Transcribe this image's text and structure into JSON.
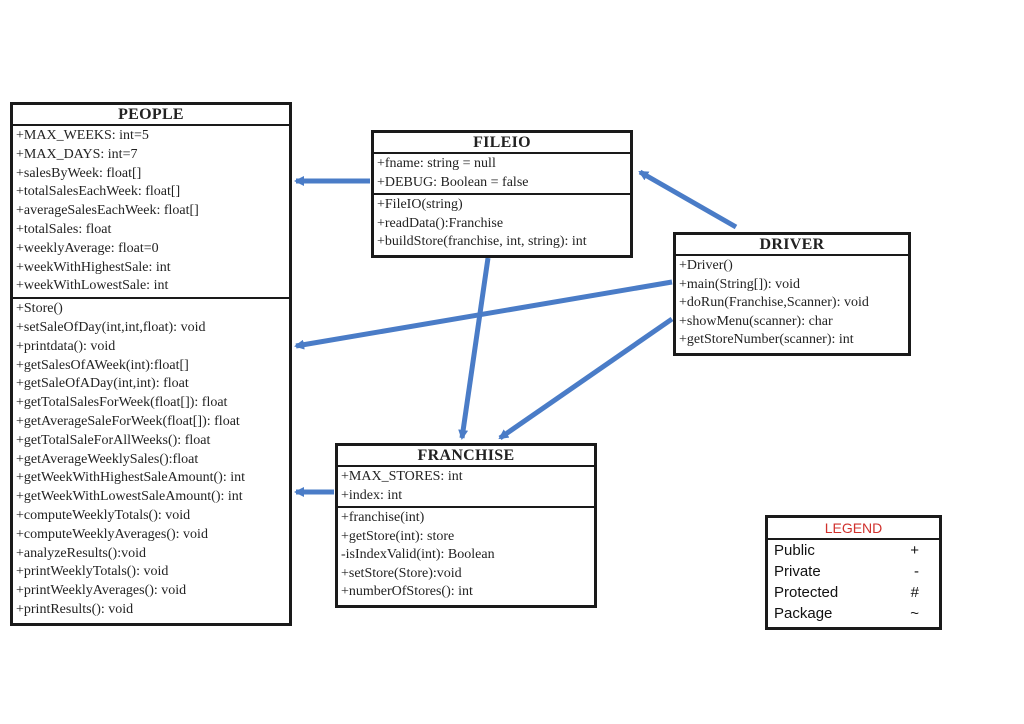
{
  "classes": {
    "people": {
      "name": "PEOPLE",
      "attributes": [
        "+MAX_WEEKS: int=5",
        "+MAX_DAYS: int=7",
        "+salesByWeek: float[]",
        "+totalSalesEachWeek: float[]",
        "+averageSalesEachWeek: float[]",
        "+totalSales: float",
        "+weeklyAverage: float=0",
        "+weekWithHighestSale: int",
        "+weekWithLowestSale: int"
      ],
      "methods": [
        "+Store()",
        "+setSaleOfDay(int,int,float): void",
        "+printdata(): void",
        "+getSalesOfAWeek(int):float[]",
        "+getSaleOfADay(int,int): float",
        "+getTotalSalesForWeek(float[]): float",
        "+getAverageSaleForWeek(float[]): float",
        "+getTotalSaleForAllWeeks(): float",
        "+getAverageWeeklySales():float",
        "+getWeekWithHighestSaleAmount(): int",
        "+getWeekWithLowestSaleAmount(): int",
        "+computeWeeklyTotals(): void",
        "+computeWeeklyAverages(): void",
        "+analyzeResults():void",
        "+printWeeklyTotals(): void",
        "+printWeeklyAverages(): void",
        "+printResults(): void"
      ]
    },
    "fileio": {
      "name": "FILEIO",
      "attributes": [
        "+fname: string = null",
        "+DEBUG: Boolean = false"
      ],
      "methods": [
        "+FileIO(string)",
        "+readData():Franchise",
        "+buildStore(franchise, int, string): int"
      ]
    },
    "driver": {
      "name": "DRIVER",
      "attributes": [],
      "methods": [
        "+Driver()",
        "+main(String[]): void",
        "+doRun(Franchise,Scanner): void",
        "+showMenu(scanner): char",
        "+getStoreNumber(scanner): int"
      ]
    },
    "franchise": {
      "name": "FRANCHISE",
      "attributes": [
        "+MAX_STORES: int",
        "+index: int"
      ],
      "methods": [
        "+franchise(int)",
        "+getStore(int): store",
        "-isIndexValid(int): Boolean",
        "+setStore(Store):void",
        "+numberOfStores(): int"
      ]
    }
  },
  "legend": {
    "title": "LEGEND",
    "items": [
      {
        "label": "Public",
        "symbol": "+"
      },
      {
        "label": "Private",
        "symbol": "-"
      },
      {
        "label": "Protected",
        "symbol": "#"
      },
      {
        "label": "Package",
        "symbol": "~"
      }
    ]
  },
  "colors": {
    "arrow": "#4a7cc7",
    "box_border": "#1a1a1a",
    "legend_title": "#d0312d"
  }
}
